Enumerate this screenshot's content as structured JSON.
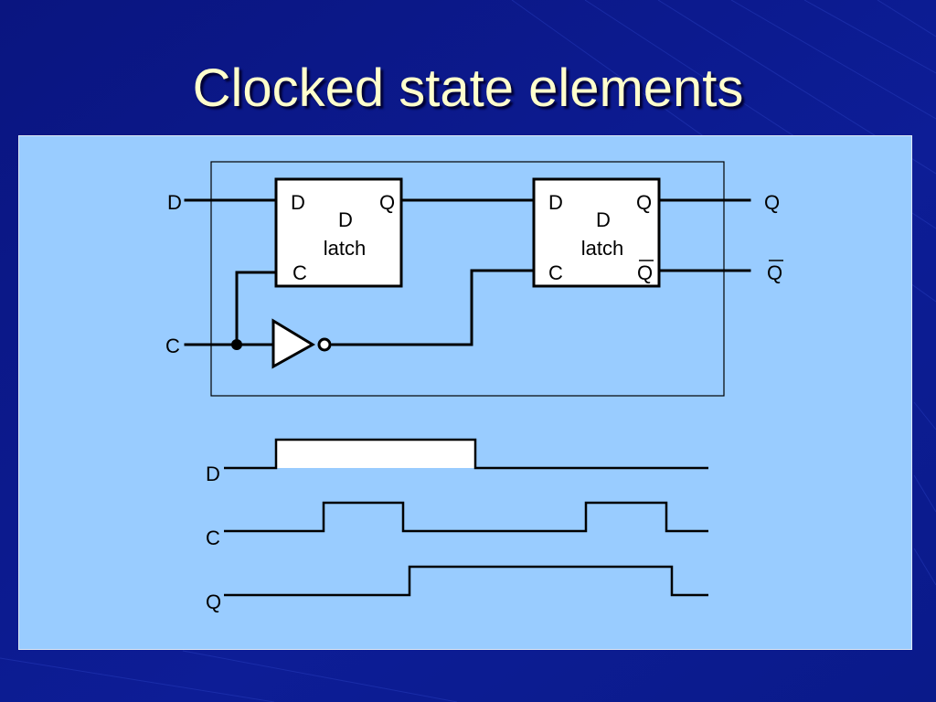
{
  "slide": {
    "title": "Clocked state elements",
    "background_color": "#0c1a8c",
    "title_color": "#ffffcc",
    "panel_color": "#99ccff"
  },
  "circuit": {
    "input_d_label": "D",
    "input_c_label": "C",
    "output_q_label": "Q",
    "output_qbar_label": "Q",
    "latch1": {
      "pin_d": "D",
      "pin_q": "Q",
      "pin_c": "C",
      "name_line1": "D",
      "name_line2": "latch"
    },
    "latch2": {
      "pin_d": "D",
      "pin_q": "Q",
      "pin_c": "C",
      "pin_qbar": "Q",
      "name_line1": "D",
      "name_line2": "latch"
    }
  },
  "timing": {
    "signals": [
      {
        "name": "D"
      },
      {
        "name": "C"
      },
      {
        "name": "Q"
      }
    ]
  }
}
